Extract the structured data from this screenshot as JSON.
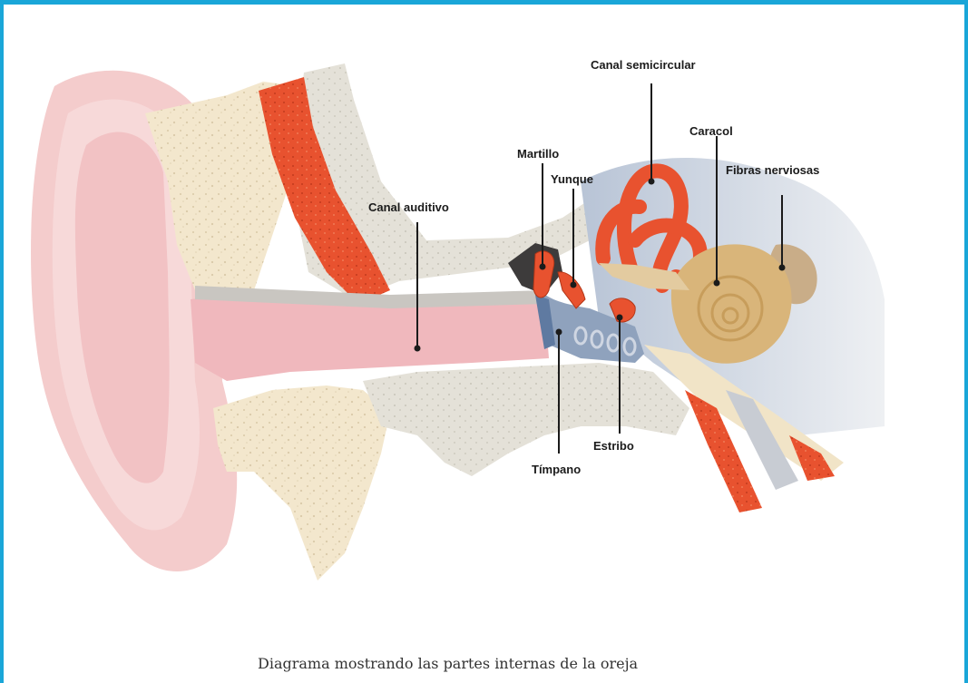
{
  "labels": {
    "canal_semicircular": "Canal semicircular",
    "caracol": "Caracol",
    "fibras_nerviosas": "Fibras nerviosas",
    "martillo": "Martillo",
    "yunque": "Yunque",
    "canal_auditivo": "Canal auditivo",
    "estribo": "Estribo",
    "timpano": "Tímpano"
  },
  "caption": "Diagrama mostrando las partes internas de la oreja",
  "colors": {
    "frame": "#1aa6d8",
    "skin": "#f2c6c6",
    "bone": "#f3e7cd",
    "cartilage": "#e8522f",
    "cochlea": "#d9b57a",
    "inner_gray": "#cfd3da"
  }
}
